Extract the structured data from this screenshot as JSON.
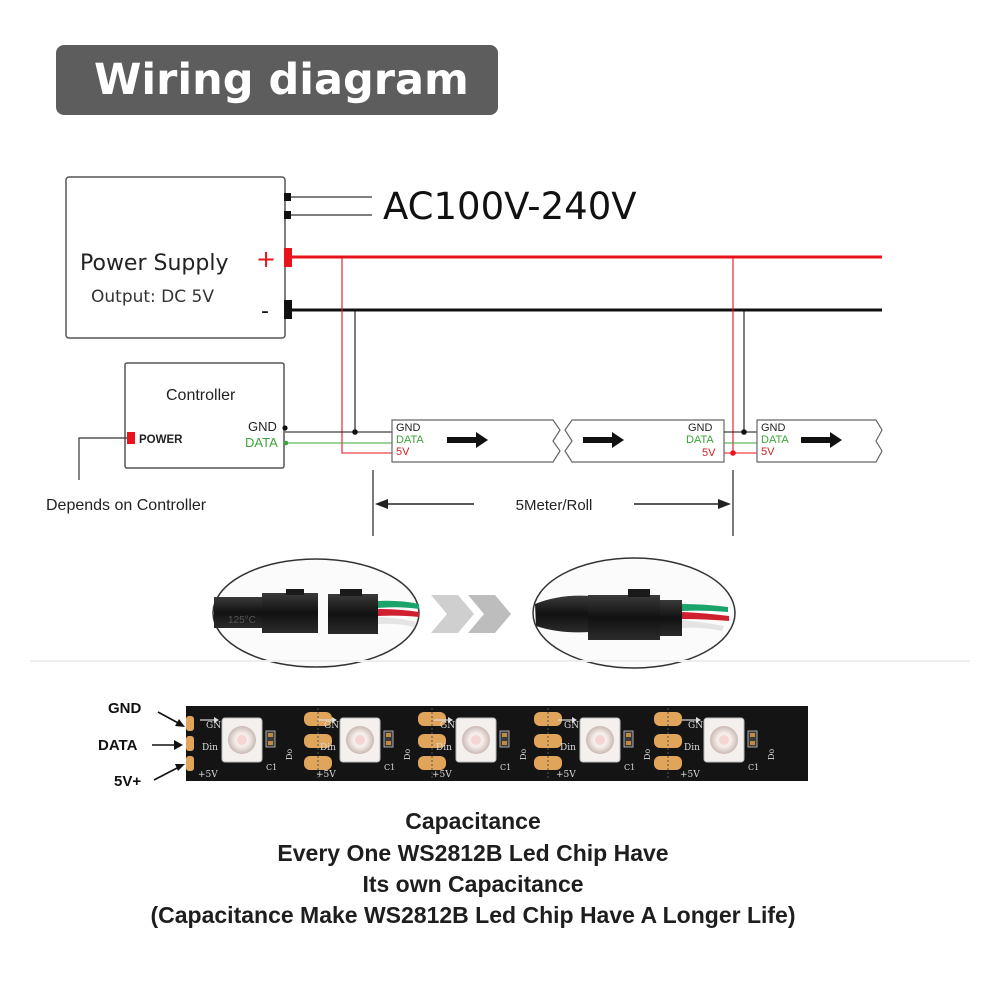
{
  "title": "Wiring diagram",
  "ac_input": "AC100V-240V",
  "power_supply": {
    "name": "Power Supply",
    "output": "Output: DC 5V",
    "plus": "+",
    "minus": "-"
  },
  "controller": {
    "name": "Controller",
    "power_label": "POWER",
    "gnd": "GND",
    "data": "DATA",
    "note": "Depends on Controller"
  },
  "strip_pins": {
    "gnd": "GND",
    "data": "DATA",
    "v5": "5V"
  },
  "length_label": "5Meter/Roll",
  "connector_text": "125°C",
  "led_strip": {
    "pin_gnd": "GND",
    "pin_data": "DATA",
    "pin_5v": "5V+",
    "pad_gnd": "GND",
    "pad_din": "Din",
    "pad_do": "Do",
    "pad_c1": "C1",
    "pad_5v": "+5V"
  },
  "caption": [
    "Capacitance",
    "Every One WS2812B Led Chip Have",
    "Its own Capacitance",
    "(Capacitance Make WS2812B Led Chip Have A Longer Life)"
  ],
  "colors": {
    "positive_wire": "#e8131b",
    "negative_wire": "#111111",
    "data_text": "#3aa53a",
    "v5_text": "#d21f1f",
    "badge_bg": "#5d5d5d",
    "strip_bg": "#141414",
    "pad_gold": "#e0a45a"
  }
}
